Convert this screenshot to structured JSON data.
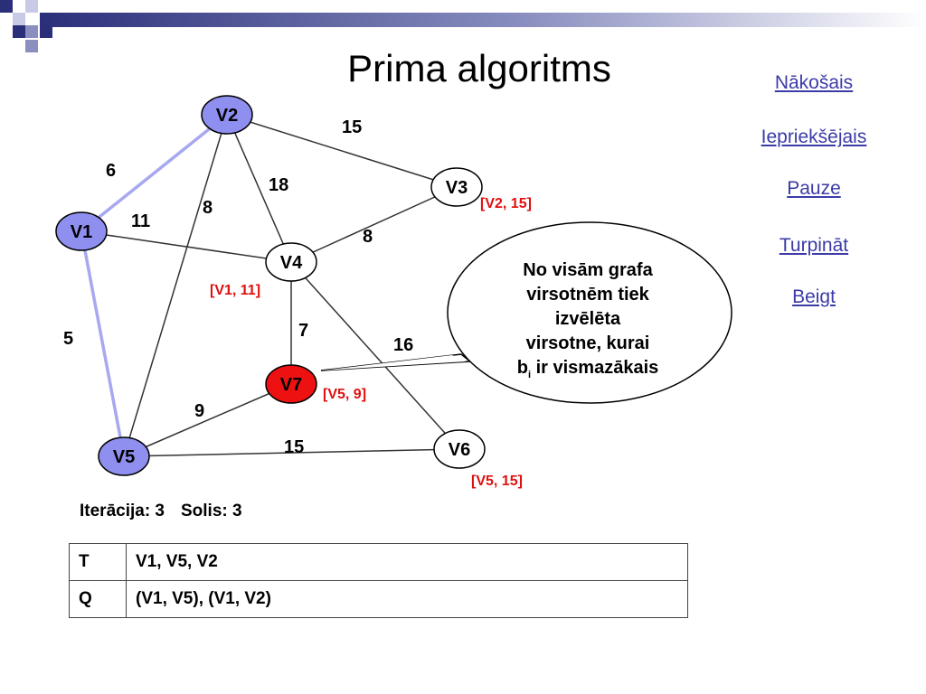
{
  "title": "Prima algoritms",
  "nav": {
    "next": "Nākošais",
    "prev": "Iepriekšējais",
    "pause": "Pauze ",
    "continue": "Turpināt ",
    "end": "Beigt"
  },
  "graph": {
    "nodes": {
      "v1": "V1",
      "v2": "V2",
      "v3": "V3",
      "v4": "V4",
      "v5": "V5",
      "v6": "V6",
      "v7": "V7"
    },
    "weights": {
      "v1_v2": "6",
      "v1_v5": "5",
      "v1_v4": "11",
      "v2_v3": "15",
      "v2_v4": "18",
      "v2_v5": "8",
      "v4_v3": "8",
      "v4_v7": "7",
      "v4_v6": "16",
      "v7_v5": "9",
      "v5_v6": "15"
    },
    "labels": {
      "v3": "[V2, 15]",
      "v4": "[V1, 11]",
      "v7": "[V5, 9]",
      "v6": "[V5, 15]"
    },
    "colors": {
      "tree_node": "#8f8ff0",
      "selected_node": "#ee1111",
      "tree_edge": "#a8a8f0",
      "label_red": "#e01010"
    }
  },
  "callout": {
    "line1": "No visām grafa",
    "line2": "virsotnēm tiek",
    "line3": "izvēlēta",
    "line4": "virsotne, kurai",
    "line5_pre": "b",
    "line5_sub": "i",
    "line5_post": " ir vismazākais"
  },
  "status": {
    "iteration": "Iterācija: 3",
    "step": "Solis: 3"
  },
  "table": {
    "t_key": "T",
    "t_val": "V1, V5, V2",
    "q_key": "Q",
    "q_val": "(V1, V5), (V1, V2)"
  }
}
